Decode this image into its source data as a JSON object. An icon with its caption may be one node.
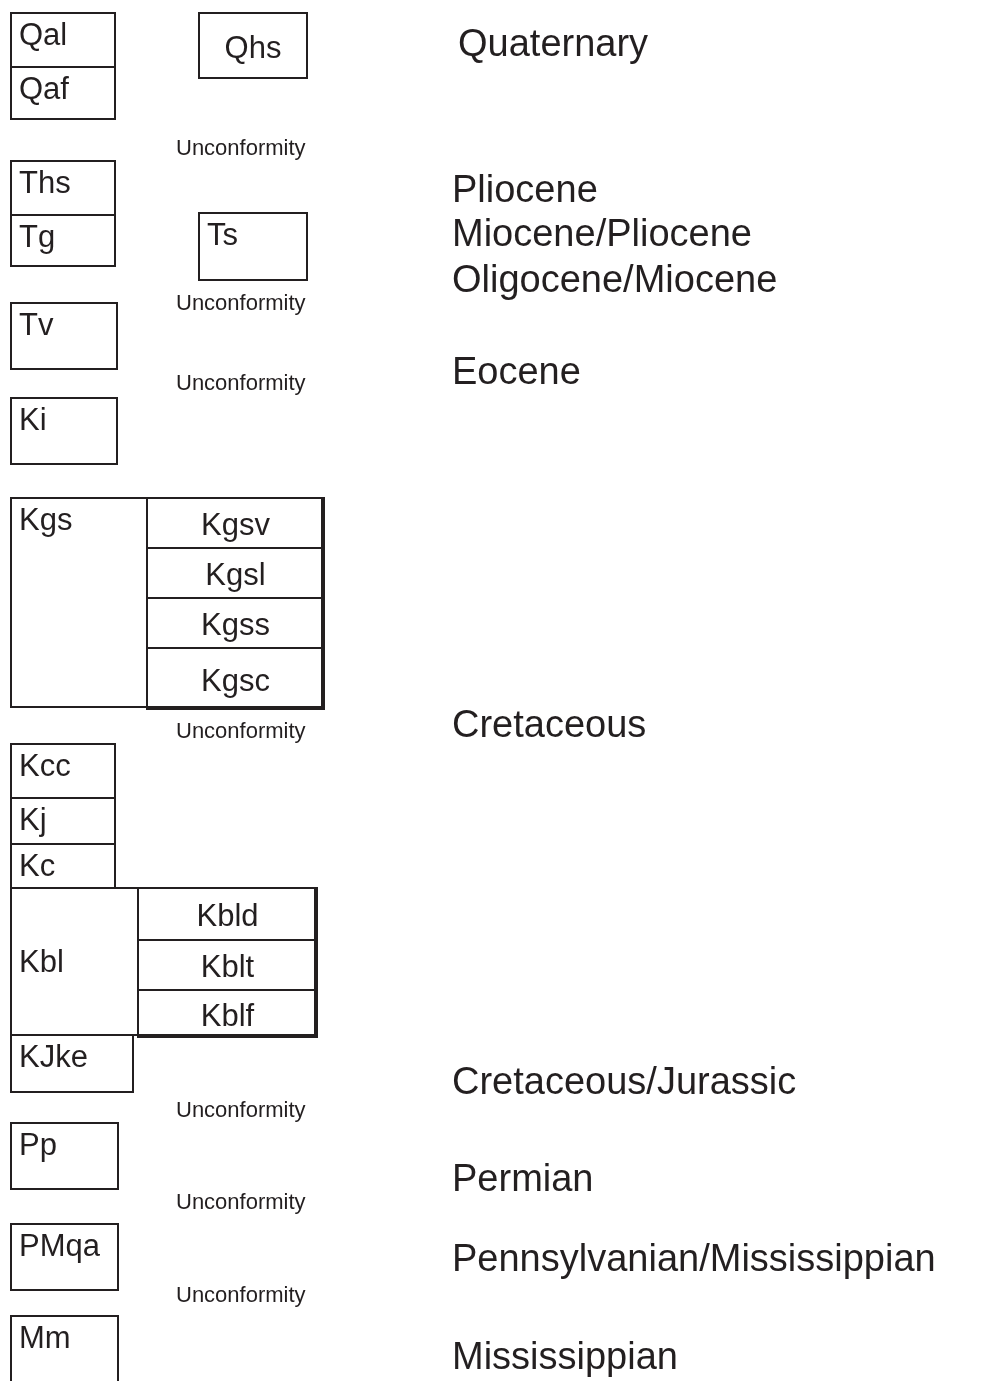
{
  "diagram": {
    "nodes": [
      {
        "text": [
          "Qal"
        ]
      },
      {
        "text": [
          "Qhs"
        ]
      },
      {
        "text": [
          "Qaf"
        ]
      },
      {
        "text": [
          "Ths"
        ]
      },
      {
        "text": [
          "Tg"
        ]
      },
      {
        "text": [
          "Ts"
        ]
      },
      {
        "text": [
          "Tv"
        ]
      },
      {
        "text": [
          "Ki"
        ]
      },
      {
        "text": [
          "Kgs"
        ]
      },
      {
        "text": [
          "Kgsv"
        ],
        "in": 8
      },
      {
        "text": [
          "Kgsl"
        ],
        "in": 8
      },
      {
        "text": [
          "Kgss"
        ],
        "in": 8
      },
      {
        "text": [
          "Kgsc"
        ],
        "in": 8
      },
      {
        "text": [
          "Kcc"
        ]
      },
      {
        "text": [
          "Kj"
        ]
      },
      {
        "text": [
          "Kc"
        ]
      },
      {
        "text": [
          "Kbl"
        ]
      },
      {
        "text": [
          "Kbld"
        ],
        "in": 16
      },
      {
        "text": [
          "Kblt"
        ],
        "in": 16
      },
      {
        "text": [
          "Kblf"
        ],
        "in": 16
      },
      {
        "text": [
          "KJke"
        ]
      },
      {
        "text": [
          "Pp"
        ]
      },
      {
        "text": [
          "PMqa"
        ]
      },
      {
        "text": [
          "Mm"
        ]
      }
    ],
    "edges": [],
    "labels": [
      "Quaternary",
      "Unconformity",
      "Pliocene",
      "Miocene/Pliocene",
      "Oligocene/Miocene",
      "Unconformity",
      "Eocene",
      "Unconformity",
      "Cretaceous",
      "Unconformity",
      "Cretaceous/Jurassic",
      "Unconformity",
      "Permian",
      "Unconformity",
      "Pennsylvanian/Mississippian",
      "Unconformity",
      "Mississippian"
    ]
  }
}
